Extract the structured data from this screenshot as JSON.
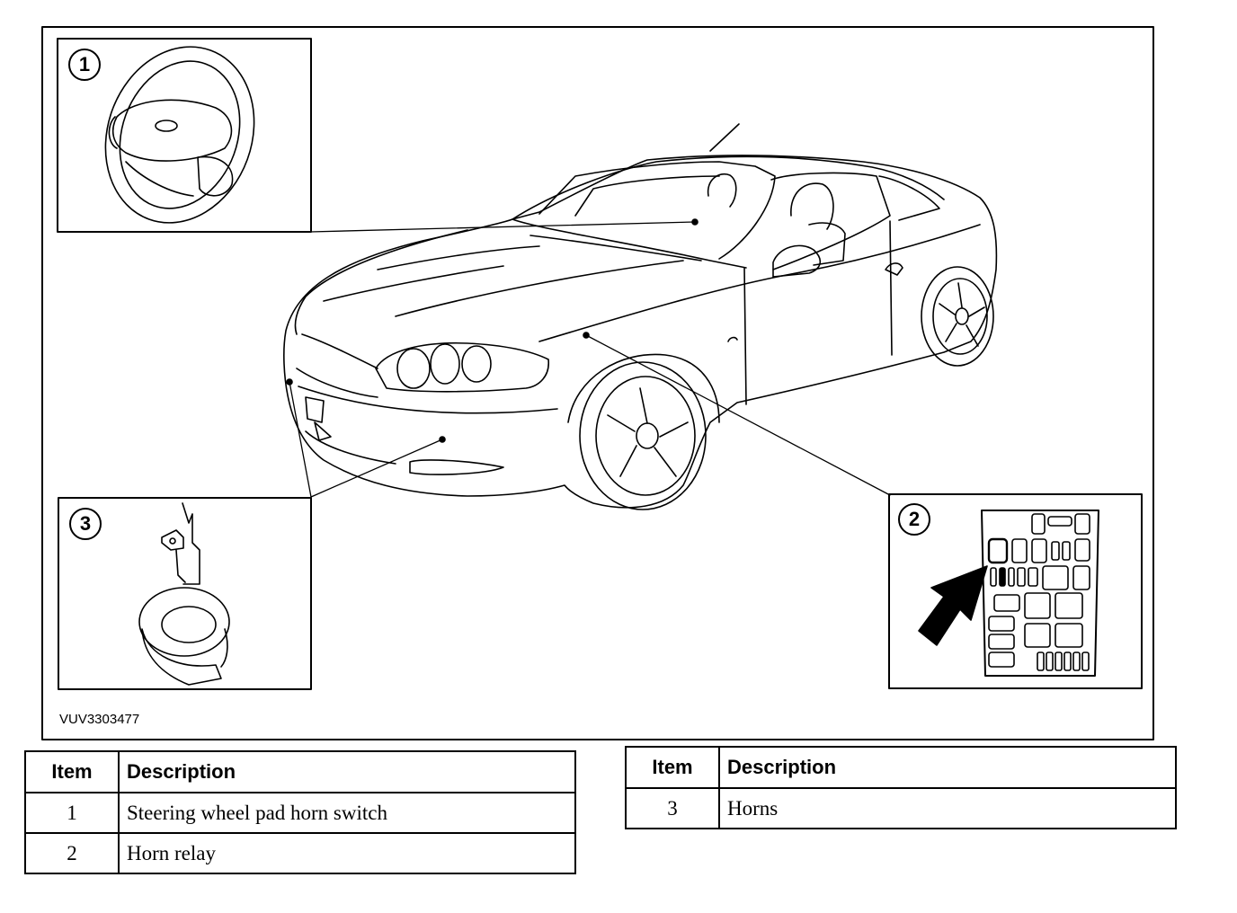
{
  "figure": {
    "reference_code": "VUV3303477",
    "callouts": [
      {
        "number": "1",
        "label": "1"
      },
      {
        "number": "2",
        "label": "2"
      },
      {
        "number": "3",
        "label": "3"
      }
    ]
  },
  "legend_left": {
    "headers": {
      "item": "Item",
      "description": "Description"
    },
    "rows": [
      {
        "item": "1",
        "description": "Steering wheel pad horn switch"
      },
      {
        "item": "2",
        "description": "Horn relay"
      }
    ]
  },
  "legend_right": {
    "headers": {
      "item": "Item",
      "description": "Description"
    },
    "rows": [
      {
        "item": "3",
        "description": "Horns"
      }
    ]
  }
}
